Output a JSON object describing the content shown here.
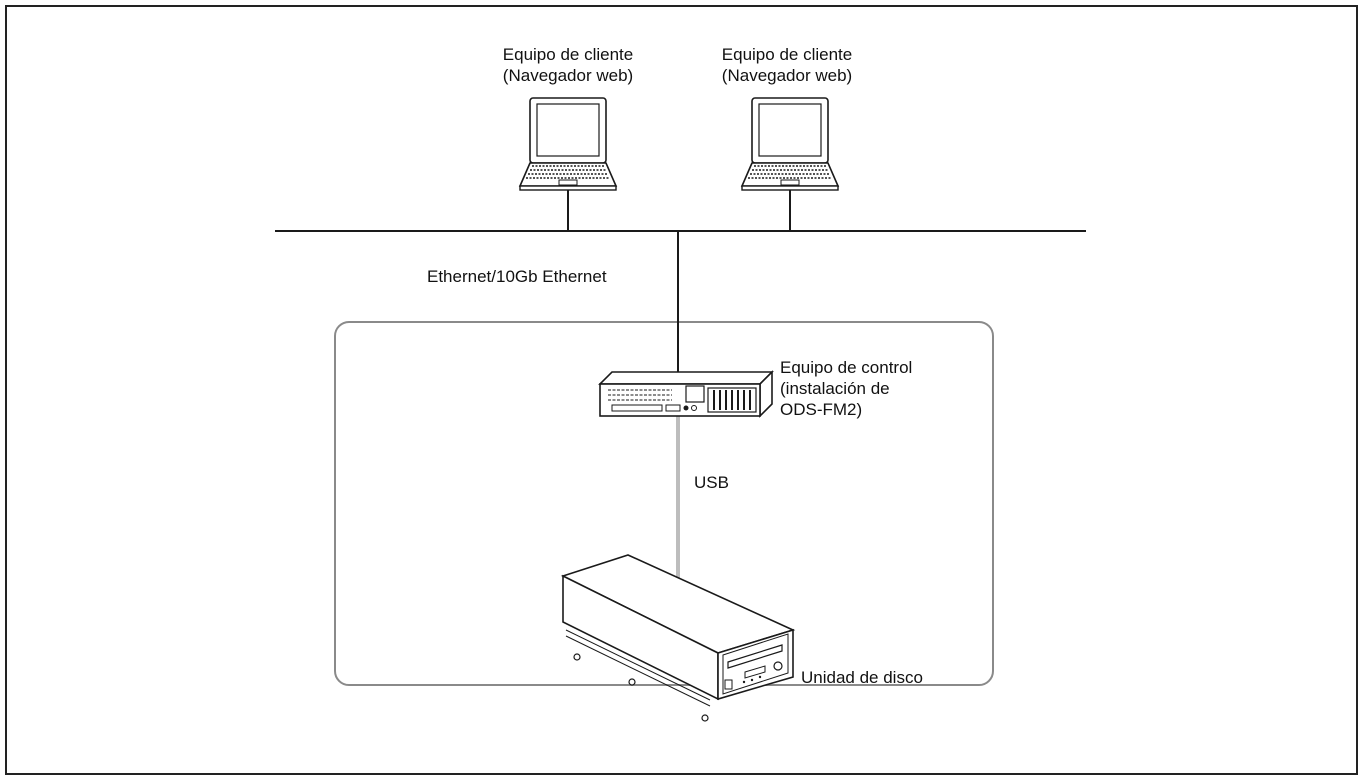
{
  "labels": {
    "client1": "Equipo de cliente\n(Navegador web)",
    "client2": "Equipo de cliente\n(Navegador web)",
    "network": "Ethernet/10Gb Ethernet",
    "controller": "Equipo de control\n(instalación de\nODS-FM2)",
    "usb": "USB",
    "drive": "Unidad de disco"
  },
  "colors": {
    "line": "#1a1a1a",
    "usb_line": "#bdbdbd",
    "group_border": "#8a8a8a"
  }
}
